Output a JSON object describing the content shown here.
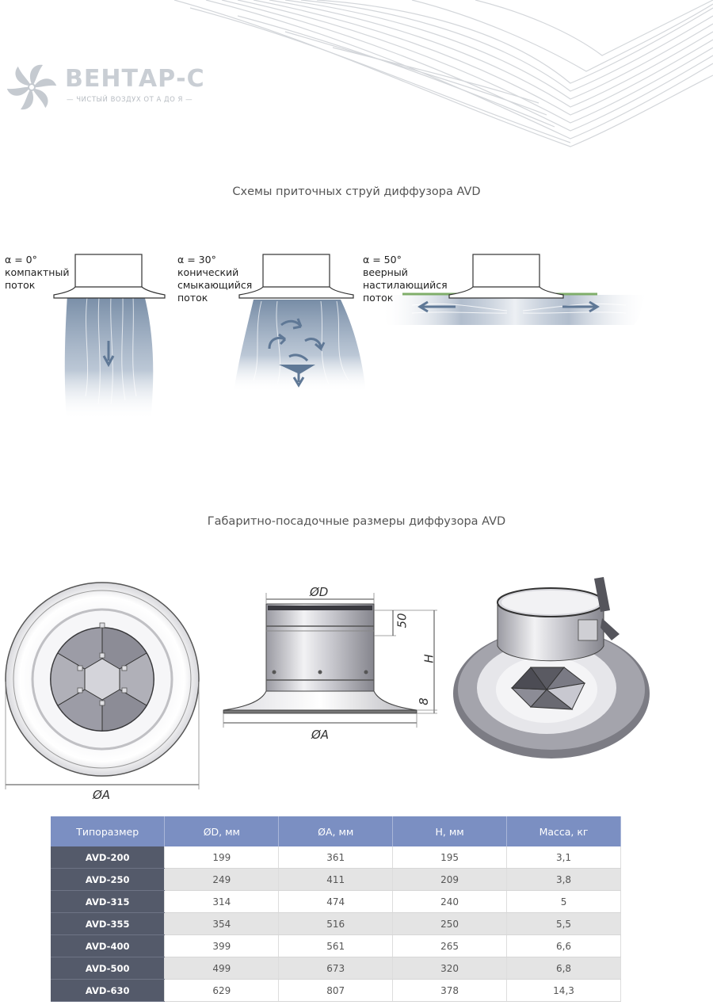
{
  "logo": {
    "brand": "ВЕНТАР-С",
    "tagline": "— ЧИСТЫЙ ВОЗДУХ ОТ А ДО Я —"
  },
  "section1": {
    "title": "Схемы приточных струй диффузора AVD",
    "flows": [
      {
        "angle": "α = 0°",
        "line1": "компактный",
        "line2": "поток"
      },
      {
        "angle": "α = 30°",
        "line1": "конический",
        "line2": "смыкающийся",
        "line3": "поток"
      },
      {
        "angle": "α = 50°",
        "line1": "веерный",
        "line2": "настилающийся",
        "line3": "поток"
      }
    ]
  },
  "section2": {
    "title": "Габаритно-посадочные размеры диффузора AVD",
    "labels": {
      "front_a": "ØA",
      "side_d": "ØD",
      "side_a": "ØA",
      "side_50": "50",
      "side_h": "H",
      "side_8": "8"
    }
  },
  "table": {
    "headers": [
      "Типоразмер",
      "ØD, мм",
      "ØA, мм",
      "H, мм",
      "Масса, кг"
    ],
    "rows": [
      [
        "AVD-200",
        "199",
        "361",
        "195",
        "3,1"
      ],
      [
        "AVD-250",
        "249",
        "411",
        "209",
        "3,8"
      ],
      [
        "AVD-315",
        "314",
        "474",
        "240",
        "5"
      ],
      [
        "AVD-355",
        "354",
        "516",
        "250",
        "5,5"
      ],
      [
        "AVD-400",
        "399",
        "561",
        "265",
        "6,6"
      ],
      [
        "AVD-500",
        "499",
        "673",
        "320",
        "6,8"
      ],
      [
        "AVD-630",
        "629",
        "807",
        "378",
        "14,3"
      ]
    ]
  },
  "colors": {
    "table_header": "#7b8fc2",
    "model_cell": "#545a6a",
    "flow_blue": "#5f7896",
    "flow_arrow": "#5f7896",
    "ceiling_green": "#7fae6a"
  },
  "icons": {
    "logo": "fan-blades-icon",
    "arrows": "airflow-arrow-icon"
  }
}
